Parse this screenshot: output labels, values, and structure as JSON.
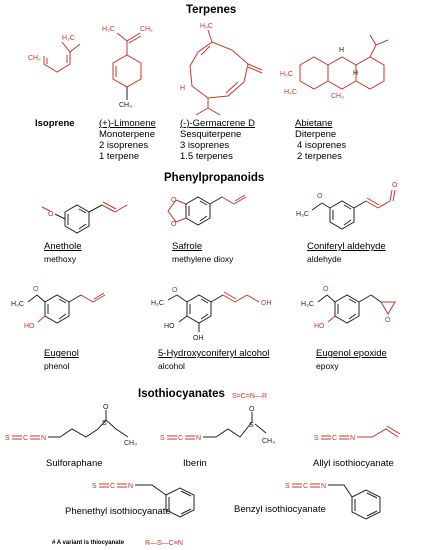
{
  "terpenes": {
    "title": "Terpenes",
    "isoprene": {
      "name": "Isoprene"
    },
    "limonene": {
      "name": "(+)-Limonene",
      "line1": "Monoterpene",
      "line2": "2 isoprenes",
      "line3": "1 terpene"
    },
    "germacrene": {
      "name": "(-)-Germacrene D",
      "line1": "Sesquiterpene",
      "line2": "3 isoprenes",
      "line3": "1.5 terpenes"
    },
    "abietane": {
      "name": "Abietane",
      "line1": "Diterpene",
      "line2": "4 isoprenes",
      "line3": "2 terpenes"
    }
  },
  "phenylpropanoids": {
    "title": "Phenylpropanoids",
    "items": [
      {
        "name": "Anethole",
        "desc": "methoxy"
      },
      {
        "name": "Safrole",
        "desc": "methylene dioxy"
      },
      {
        "name": "Coniferyl aldehyde",
        "desc": "aldehyde"
      },
      {
        "name": "Eugenol",
        "desc": "phenol"
      },
      {
        "name": "5-Hydroxyconiferyl alcohol",
        "desc": "alcohol"
      },
      {
        "name": "Eugenol epoxide",
        "desc": "epoxy"
      }
    ]
  },
  "isothiocyanates": {
    "title": "Isothiocyanates",
    "general_formula": "S=C=N—R",
    "items": [
      {
        "name": "Sulforaphane"
      },
      {
        "name": "Iberin"
      },
      {
        "name": "Allyl isothiocyanate"
      },
      {
        "name": "Phenethyl isothiocyanate"
      },
      {
        "name": "Benzyl isothiocyanate"
      }
    ],
    "note": "# A variant is thiocyanate",
    "thiocyanate_formula": "R—S—C≡N"
  },
  "atoms": {
    "h": "H",
    "h3c": "H₃C",
    "ch3": "CH₃",
    "ch2": "CH₂",
    "o": "O",
    "oh": "OH",
    "ho": "HO",
    "s": "S",
    "c": "C",
    "n": "N",
    "r": "R"
  },
  "colors": {
    "bond_red": "#c0392b",
    "bond_dark": "#222222"
  }
}
